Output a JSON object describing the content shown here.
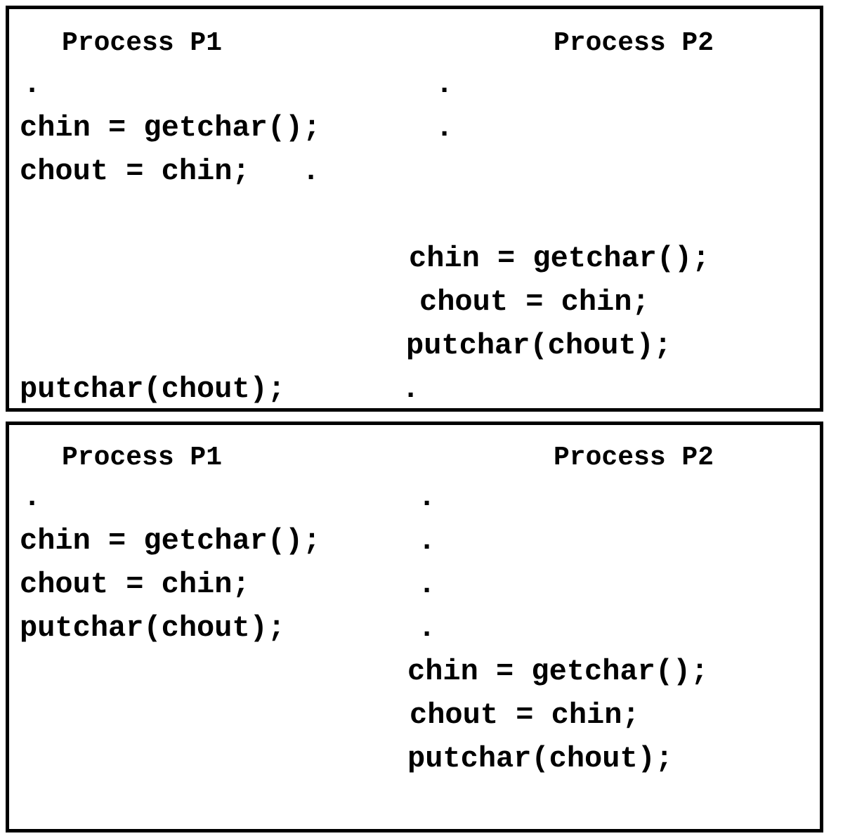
{
  "figure": {
    "description": "Two interleavings of processes P1 and P2 sharing getchar/putchar character variables",
    "background_color": "#ffffff",
    "border_color": "#000000",
    "text_color": "#000000"
  },
  "panels": [
    {
      "id": "top-interleaving",
      "title_p1": "Process P1",
      "title_p2": "Process P2",
      "dot": ".",
      "lines": {
        "p1_get": "chin = getchar();",
        "p1_assign": "chout = chin;",
        "p1_put": "putchar(chout);",
        "p2_get": "chin = getchar();",
        "p2_assign": "chout = chin;",
        "p2_put": "putchar(chout);"
      }
    },
    {
      "id": "bottom-interleaving",
      "title_p1": "Process P1",
      "title_p2": "Process P2",
      "dot": ".",
      "lines": {
        "p1_get": "chin = getchar();",
        "p1_assign": "chout = chin;",
        "p1_put": "putchar(chout);",
        "p2_get": "chin = getchar();",
        "p2_assign": "chout = chin;",
        "p2_put": "putchar(chout);"
      }
    }
  ]
}
